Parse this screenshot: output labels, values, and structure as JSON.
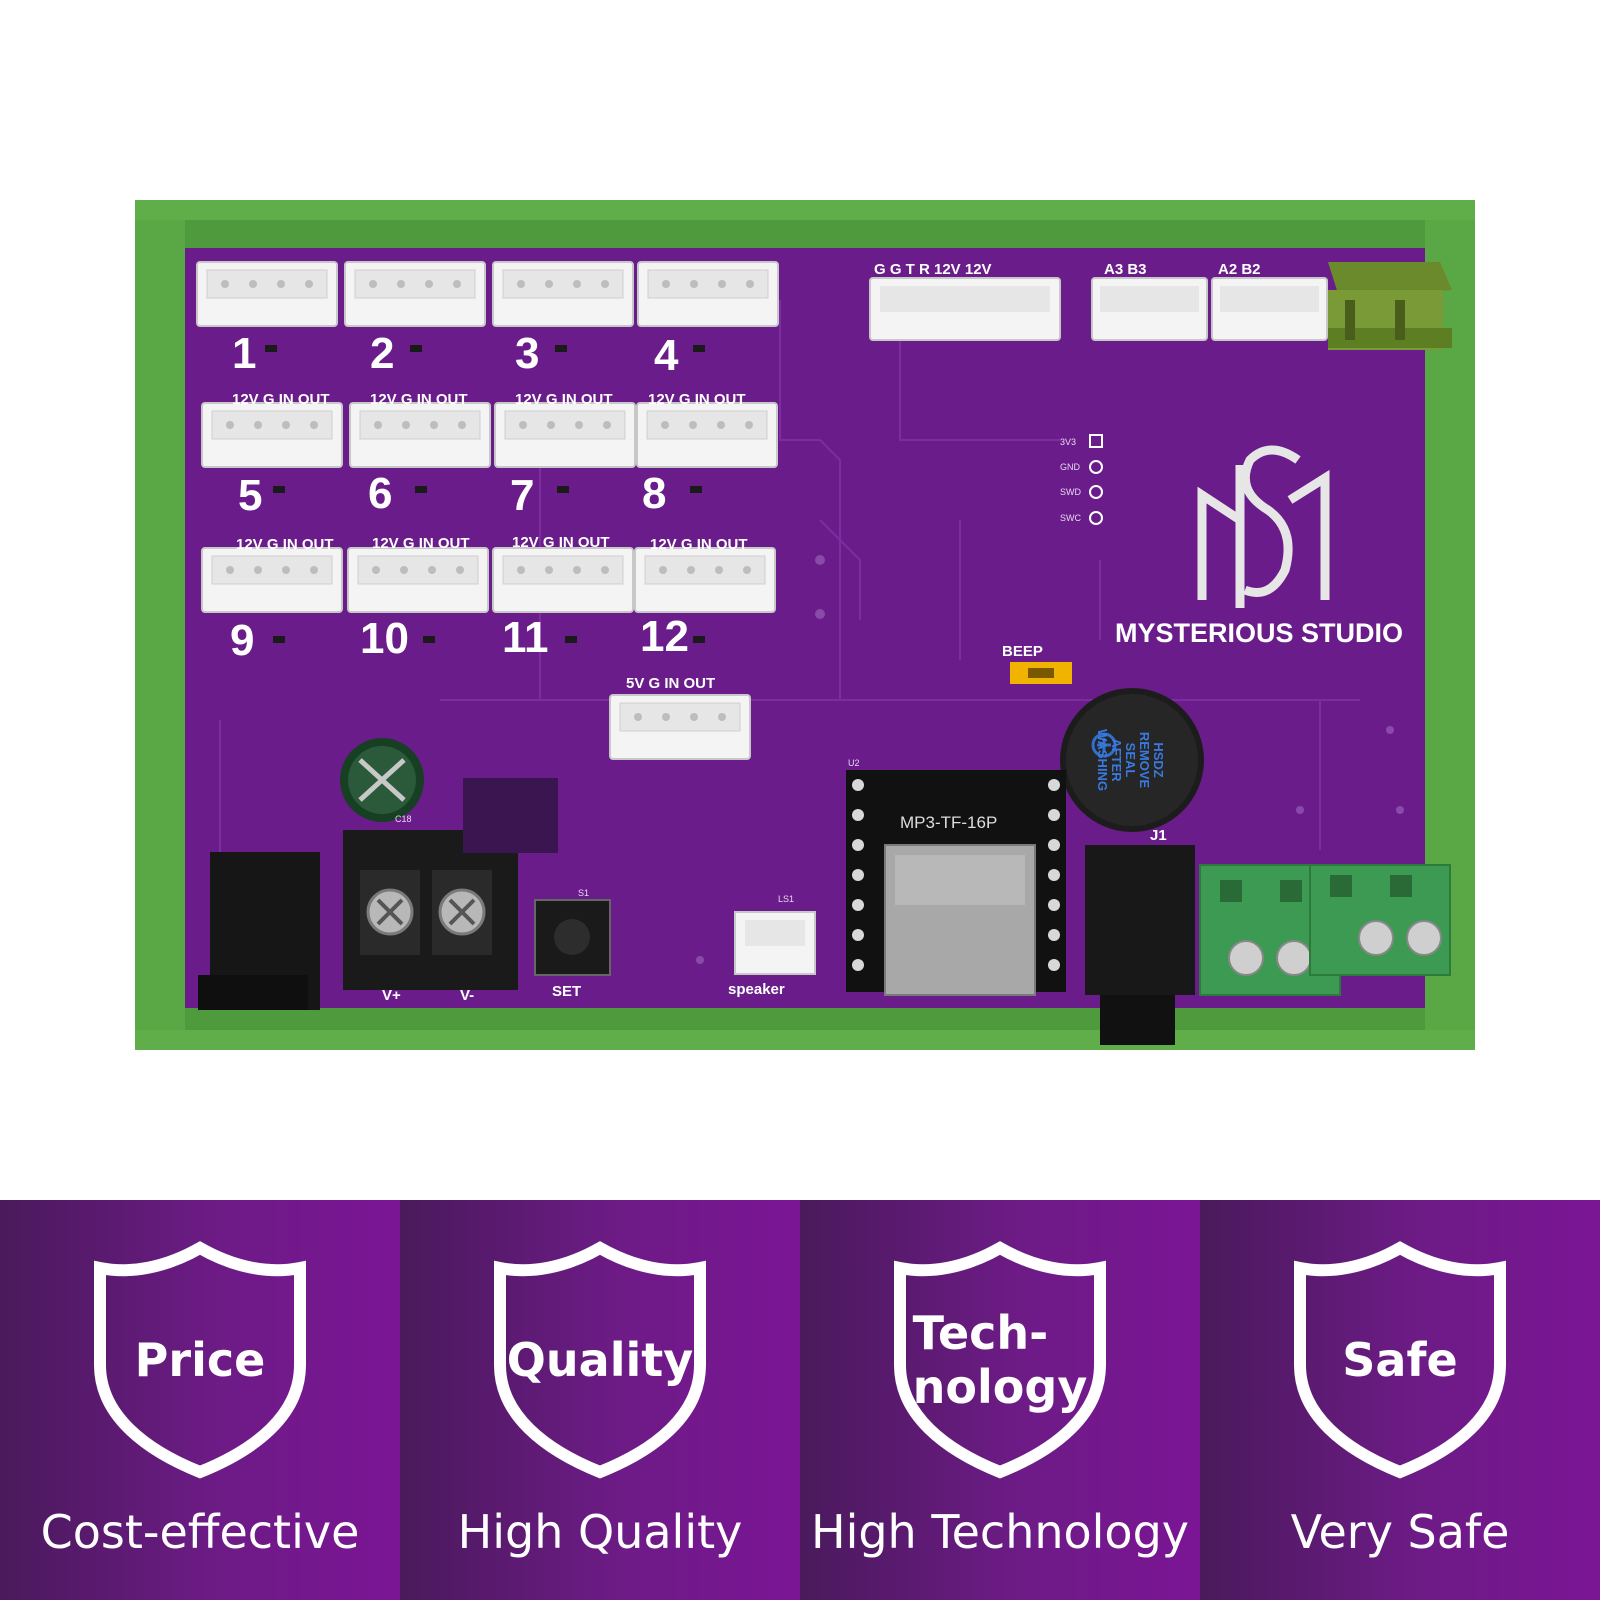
{
  "board": {
    "brand": "MYSTERIOUS STUDIO",
    "logo_icon": "ms-monogram-icon",
    "colors": {
      "pcb": "#6a1d8a",
      "frame": "#4e9a3c",
      "terminal": "#3c9a52",
      "silk": "#ffffff"
    },
    "connector_header_label": "12V G IN OUT",
    "connector_numbers": [
      "1",
      "2",
      "3",
      "4",
      "5",
      "6",
      "7",
      "8",
      "9",
      "10",
      "11",
      "12"
    ],
    "five_volt_label": "5V G IN OUT",
    "top_header_label": "G G T R 12V 12V",
    "a3b3_label": "A3 B3",
    "a2b2_label": "A2 B2",
    "pins": [
      "3V3",
      "GND",
      "SWD",
      "SWC"
    ],
    "beep_label": "BEEP",
    "buzzer_text": [
      "HSDZ",
      "REMOVE",
      "SEAL",
      "AFTER",
      "WASHING"
    ],
    "mp3_label": "MP3-TF-16P",
    "u2_label": "U2",
    "j1_label": "J1",
    "set_label": "SET",
    "s1_label": "S1",
    "speaker_label": "speaker",
    "ls1_label": "LS1",
    "vplus_label": "V+",
    "vminus_label": "V-",
    "c18_label": "C18"
  },
  "features": [
    {
      "icon": "shield-icon",
      "badge": "Price",
      "caption": "Cost-effective"
    },
    {
      "icon": "shield-icon",
      "badge": "Quality",
      "caption": "High Quality"
    },
    {
      "icon": "shield-icon",
      "badge": "Tech-\nnology",
      "caption": "High Technology"
    },
    {
      "icon": "shield-icon",
      "badge": "Safe",
      "caption": "Very Safe"
    }
  ],
  "feature_colors": {
    "band_start": "#4a1a5c",
    "band_end": "#7b1595",
    "shield_stroke": "#ffffff"
  }
}
